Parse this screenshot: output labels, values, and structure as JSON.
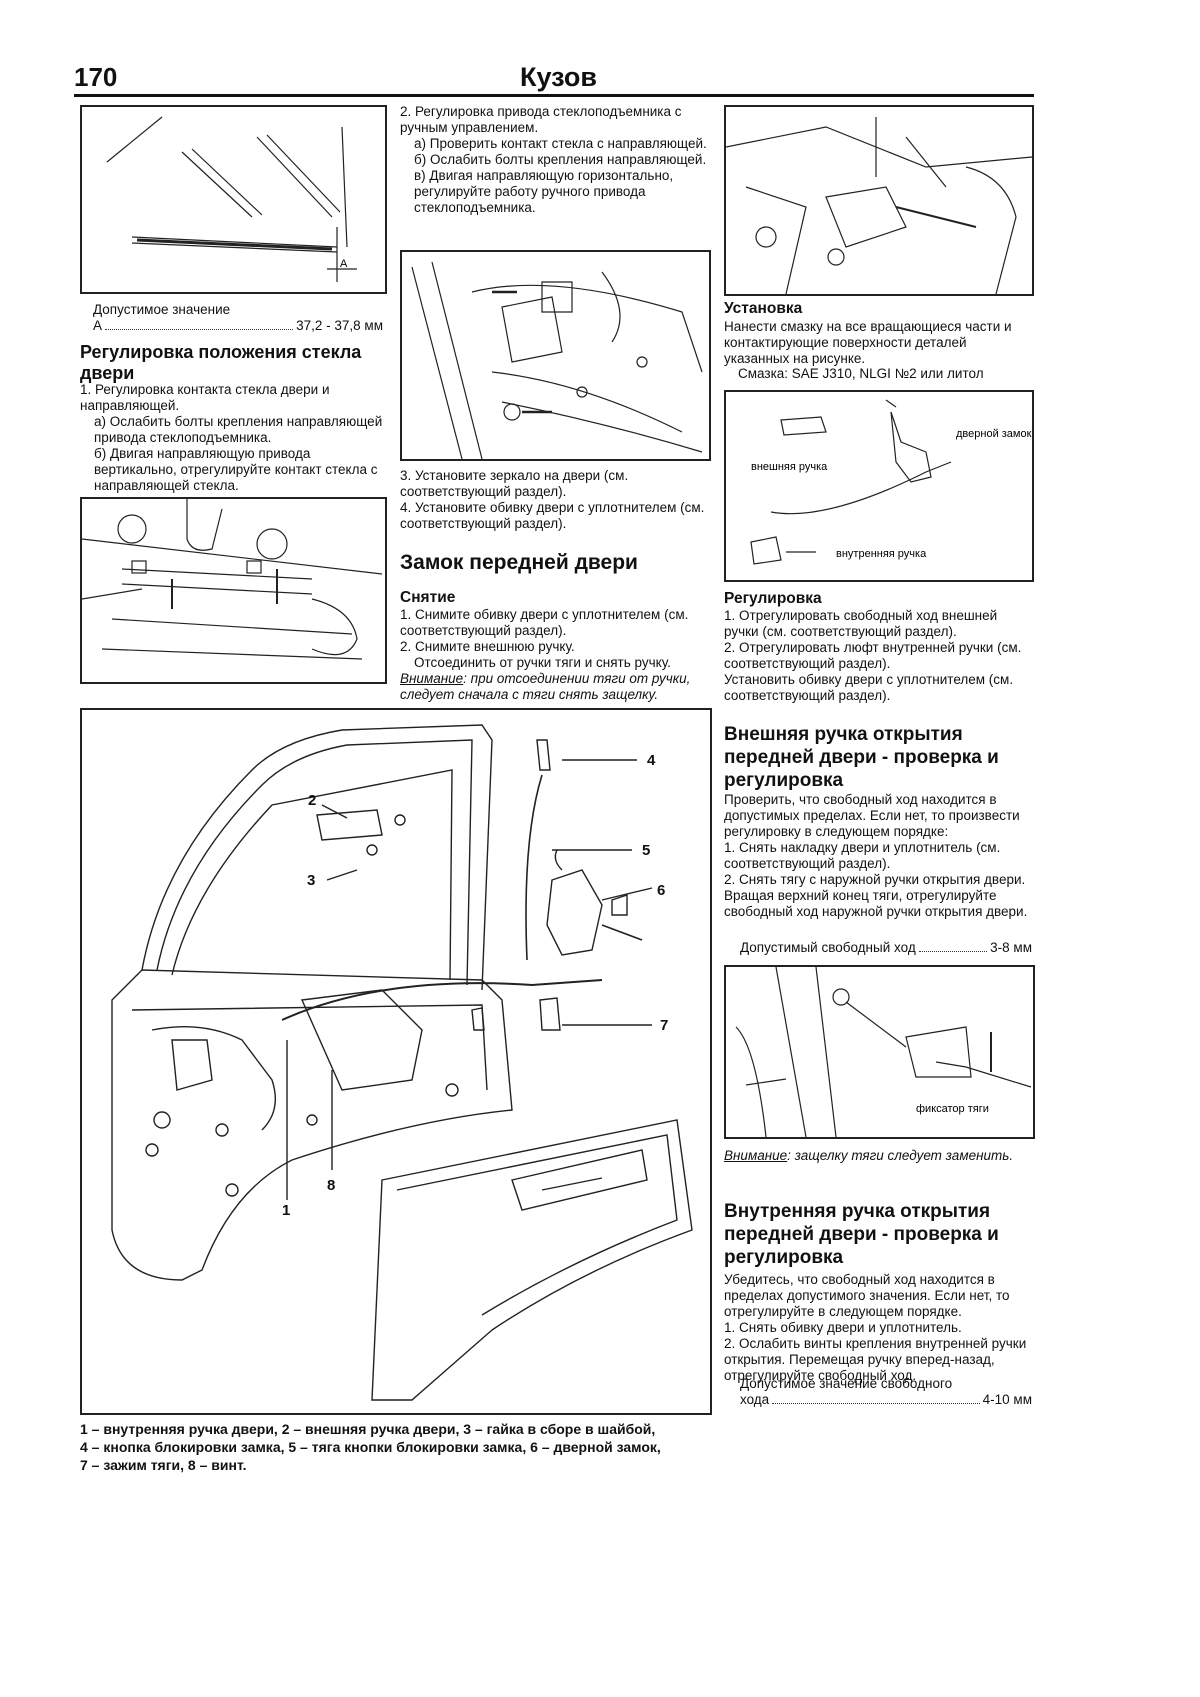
{
  "header": {
    "page_number": "170",
    "title": "Кузов"
  },
  "col1": {
    "spec_label": "Допустимое значение",
    "spec_param": "А",
    "spec_value": "37,2 - 37,8 мм",
    "fig1_label": "A",
    "heading": "Регулировка положения стекла двери",
    "items": [
      "1. Регулировка контакта стекла двери и направляющей.",
      "а) Ослабить болты крепления направляющей привода стеклоподъемника.",
      "б) Двигая направляющую привода вертикально, отрегулируйте контакт стекла с направляющей стекла."
    ]
  },
  "col2": {
    "items_top": [
      "2. Регулировка привода стеклоподъемника с ручным управлением.",
      "а) Проверить контакт стекла с направляющей.",
      "б) Ослабить болты крепления направляющей.",
      "в) Двигая направляющую горизонтально, регулируйте работу ручного привода стеклоподъемника."
    ],
    "items_mid": [
      "3. Установите зеркало на двери (см. соответствующий раздел).",
      "4. Установите обивку двери с уплотнителем (см. соответствующий раздел)."
    ],
    "heading": "Замок передней двери",
    "subheading": "Снятие",
    "removal": [
      "1. Снимите обивку двери с уплотнителем (см. соответствующий раздел).",
      "2. Снимите внешнюю ручку.",
      "Отсоединить от ручки тяги и снять ручку."
    ],
    "warning_label": "Внимание",
    "warning_text": ": при отсоединении тяги от ручки, следует сначала с тяги снять защелку."
  },
  "col3": {
    "install_heading": "Установка",
    "install_text": "Нанести смазку на все вращающиеся части и контактирующие поверхности деталей указанных на рисунке.",
    "lube": "Смазка: SAE J310, NLGI №2 или литол",
    "fig_labels": {
      "outer": "внешняя ручка",
      "lock": "дверной замок",
      "inner": "внутренняя ручка"
    },
    "adjust_heading": "Регулировка",
    "adjust_items": [
      "1. Отрегулировать свободный ход внешней ручки (см. соответствующий раздел).",
      "2. Отрегулировать люфт внутренней ручки (см. соответствующий раздел).",
      "Установить обивку двери с уплотнителем (см. соответствующий раздел)."
    ],
    "outer_heading": "Внешняя ручка открытия передней двери - проверка и регулировка",
    "outer_text": [
      "Проверить, что свободный ход находится в допустимых пределах. Если нет, то произвести регулировку в следующем порядке:",
      "1. Снять накладку двери и уплотнитель (см. соответствующий раздел).",
      "2. Снять тягу с наружной ручки открытия двери.",
      "Вращая верхний конец тяги, отрегулируйте свободный ход наружной ручки открытия двери."
    ],
    "outer_spec_label": "Допустимый свободный ход",
    "outer_spec_value": "3-8 мм",
    "fixer_label": "фиксатор тяги",
    "warning2_label": "Внимание",
    "warning2_text": ": защелку тяги следует заменить.",
    "inner_heading": "Внутренняя ручка открытия передней двери - проверка и регулировка",
    "inner_text": [
      "Убедитесь, что свободный ход находится в пределах допустимого значения. Если нет, то отрегулируйте в следующем порядке.",
      "1. Снять обивку двери и уплотнитель.",
      "2. Ослабить винты крепления внутренней ручки открытия. Перемещая ручку вперед-назад, отрегулируйте свободный ход."
    ],
    "inner_spec_label1": "Допустимое значение свободного",
    "inner_spec_label2": "хода",
    "inner_spec_value": "4-10 мм"
  },
  "main_figure": {
    "callouts": [
      "1",
      "2",
      "3",
      "4",
      "5",
      "6",
      "7",
      "8"
    ]
  },
  "legend": {
    "line1": "1 – внутренняя ручка двери, 2 – внешняя ручка двери, 3 – гайка в сборе в шайбой,",
    "line2": "4 – кнопка блокировки замка, 5 – тяга кнопки блокировки замка, 6 – дверной замок,",
    "line3": "7 – зажим тяги, 8 – винт."
  }
}
